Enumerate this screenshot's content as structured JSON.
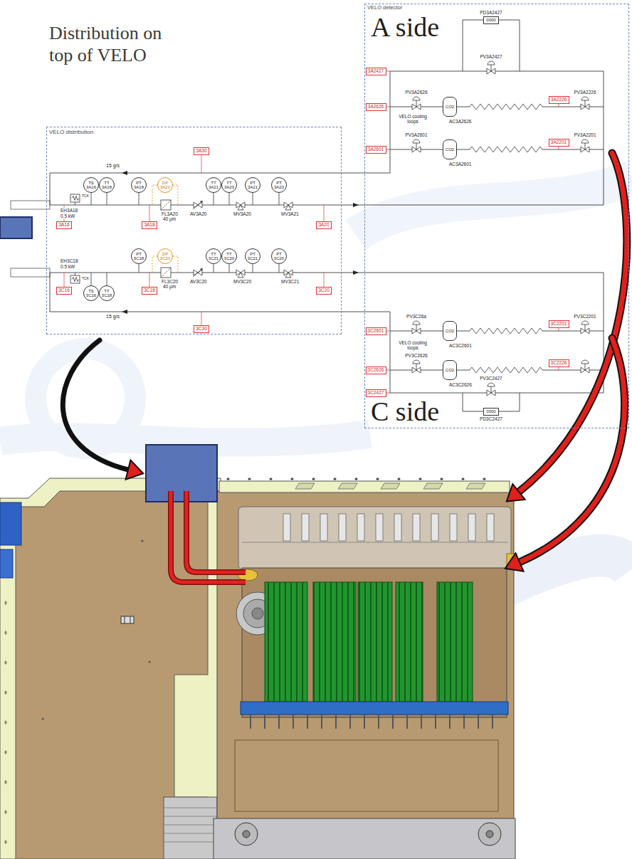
{
  "diagram": {
    "nodes": [
      {
        "text": [
          "Distribution on top of VELO",
          "VELO distribution"
        ]
      },
      {
        "text": [
          "3A30"
        ],
        "in": 0
      },
      {
        "text": [
          "TS 3A16"
        ],
        "in": 0
      },
      {
        "text": [
          "TT 3A18"
        ],
        "in": 0
      },
      {
        "text": [
          "PT 3A18"
        ],
        "in": 0
      },
      {
        "text": [
          "DP 3A20"
        ],
        "in": 0
      },
      {
        "text": [
          "TT 3A21"
        ],
        "in": 0
      },
      {
        "text": [
          "TT 3A20"
        ],
        "in": 0
      },
      {
        "text": [
          "PT 3A21"
        ],
        "in": 0
      },
      {
        "text": [
          "PT 3A20"
        ],
        "in": 0
      },
      {
        "text": [
          "3A16"
        ],
        "in": 0
      },
      {
        "text": [
          "3A18"
        ],
        "in": 0
      },
      {
        "text": [
          "3A20"
        ],
        "in": 0
      },
      {
        "text": [
          "PT 3C18"
        ],
        "in": 0
      },
      {
        "text": [
          "DP 3C20"
        ],
        "in": 0
      },
      {
        "text": [
          "TT 3C21"
        ],
        "in": 0
      },
      {
        "text": [
          "TT 3C20"
        ],
        "in": 0
      },
      {
        "text": [
          "PT 3C21"
        ],
        "in": 0
      },
      {
        "text": [
          "PT 3C20"
        ],
        "in": 0
      },
      {
        "text": [
          "3C16"
        ],
        "in": 0
      },
      {
        "text": [
          "TS 3C16"
        ],
        "in": 0
      },
      {
        "text": [
          "TT 3C18"
        ],
        "in": 0
      },
      {
        "text": [
          "3C18"
        ],
        "in": 0
      },
      {
        "text": [
          "3C20"
        ],
        "in": 0
      },
      {
        "text": [
          "3C30"
        ],
        "in": 0
      },
      {
        "text": [
          "VELO detector",
          "A side",
          "C side"
        ]
      },
      {
        "text": [
          "PD3A2427",
          "0000"
        ],
        "in": 25
      },
      {
        "text": [
          "3A2427"
        ],
        "in": 25
      },
      {
        "text": [
          "3A2626"
        ],
        "in": 25
      },
      {
        "text": [
          "CO2"
        ],
        "in": 25
      },
      {
        "text": [
          "3A2226"
        ],
        "in": 25
      },
      {
        "text": [
          "3A2601"
        ],
        "in": 25
      },
      {
        "text": [
          "CO2"
        ],
        "in": 25
      },
      {
        "text": [
          "3A2201"
        ],
        "in": 25
      },
      {
        "text": [
          "3C2601"
        ],
        "in": 25
      },
      {
        "text": [
          "CO2"
        ],
        "in": 25
      },
      {
        "text": [
          "3C2201"
        ],
        "in": 25
      },
      {
        "text": [
          "3C2626"
        ],
        "in": 25
      },
      {
        "text": [
          "CO2"
        ],
        "in": 25
      },
      {
        "text": [
          "3C2226"
        ],
        "in": 25
      },
      {
        "text": [
          "3C2427"
        ],
        "in": 25
      },
      {
        "text": [
          "0000",
          "PD3C2427"
        ],
        "in": 25
      }
    ],
    "labels": [
      "15 g/s",
      "TCK",
      "EH3A18",
      "0.5 kW",
      "FL3A20",
      "40 µm",
      "AV3A20",
      "MV3A20",
      "MV3A21",
      "EH3C18",
      "0.5 kW",
      "TCK",
      "FL3C20",
      "40 µm",
      "AV3C20",
      "MV3C20",
      "MV3C21",
      "15 g/s",
      "PV3A2427",
      "PV3A2626",
      "VELO cooling loops",
      "AC3A2626",
      "PV3A2226",
      "PV3A2601",
      "AC3A2601",
      "PV3A2201",
      "PV3C26a",
      "AC3C2601",
      "PV3C2201",
      "VELO cooling loops",
      "PV3C2626",
      "AC3C2626",
      "PV3C2427"
    ]
  }
}
